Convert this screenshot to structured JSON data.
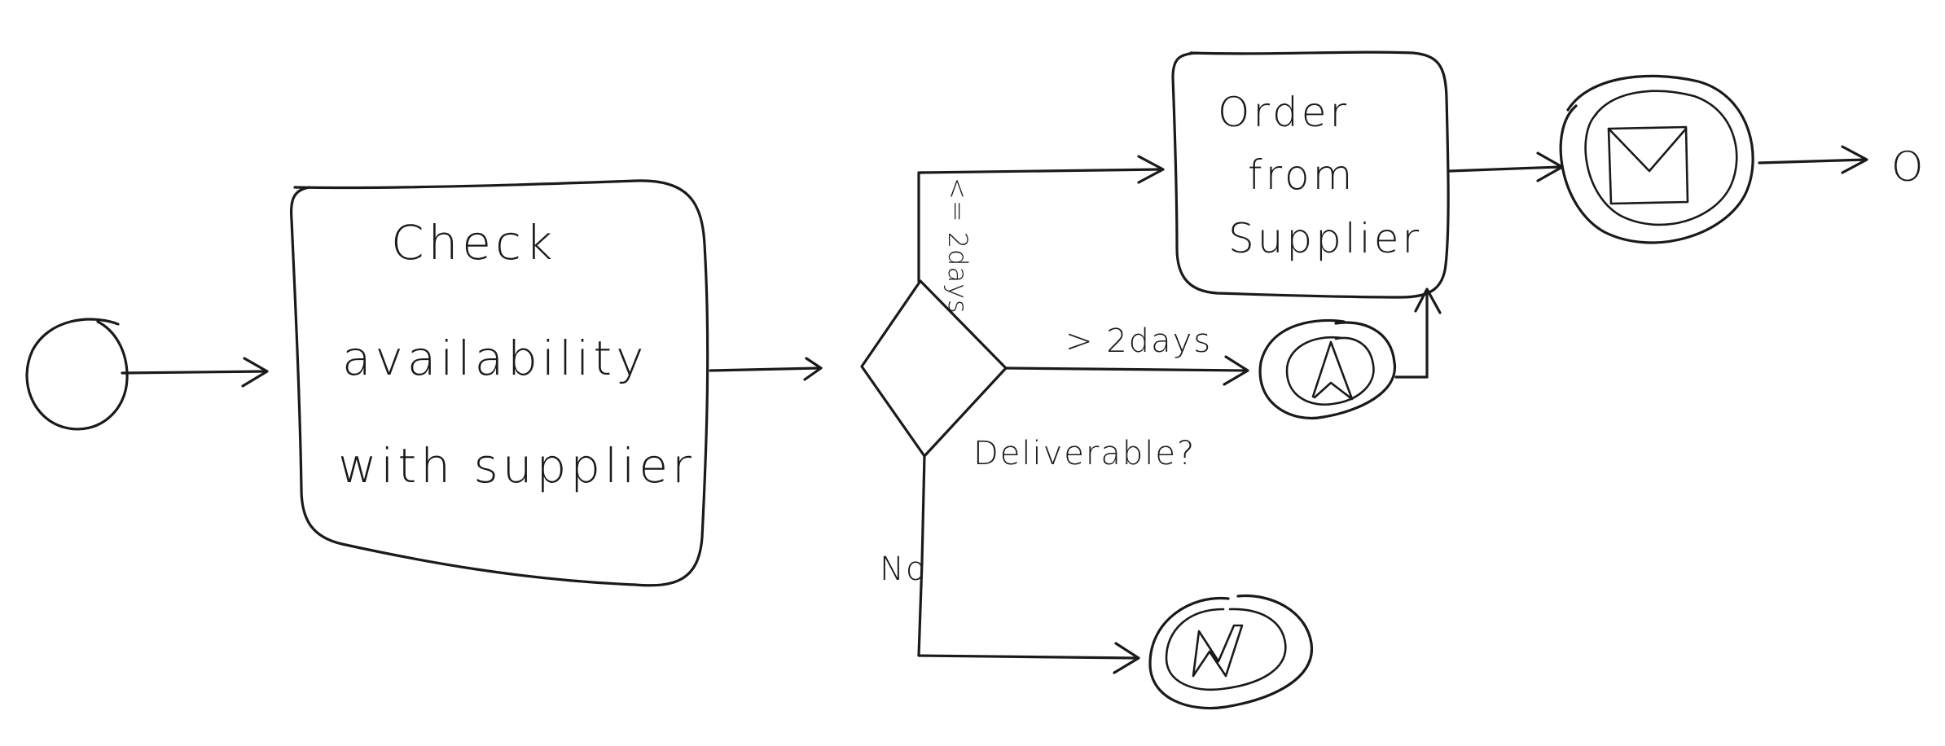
{
  "diagram": {
    "tasks": {
      "check_availability": [
        "Check",
        "availability",
        "with supplier"
      ],
      "order_from_supplier": [
        "Order",
        "from",
        "Supplier"
      ]
    },
    "gateway": {
      "label": "Deliverable?",
      "branch_short": "<= 2days",
      "branch_long": "> 2days",
      "branch_no": "No"
    },
    "end_marker": "O",
    "icons": {
      "start_event": "circle",
      "gateway": "diamond",
      "timer_event": "triangle-arrow-icon",
      "error_event": "lightning-icon",
      "message_event": "envelope-icon"
    }
  }
}
